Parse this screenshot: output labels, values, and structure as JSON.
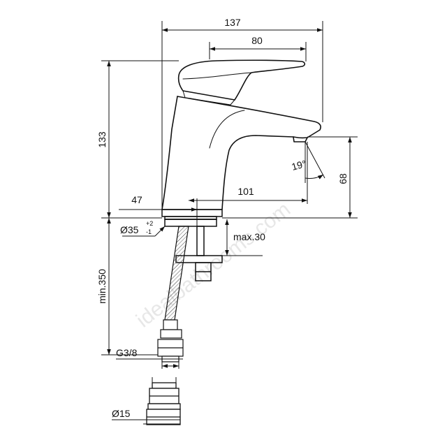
{
  "diagram": {
    "dimensions": {
      "overall_width": "137",
      "lever_length": "80",
      "overall_height": "133",
      "spout_height": "68",
      "spout_angle": "19°",
      "body_offset": "47",
      "spout_reach": "101",
      "hole_diameter": "Ø35",
      "hole_tol_plus": "+2",
      "hole_tol_minus": "-1",
      "max_deck": "max.30",
      "hose_length": "min.350",
      "thread": "G3/8",
      "connector_diameter": "Ø15"
    },
    "watermark": "idealbathrooms.com",
    "colors": {
      "line": "#111111",
      "watermark": "#bcbcbc"
    }
  }
}
